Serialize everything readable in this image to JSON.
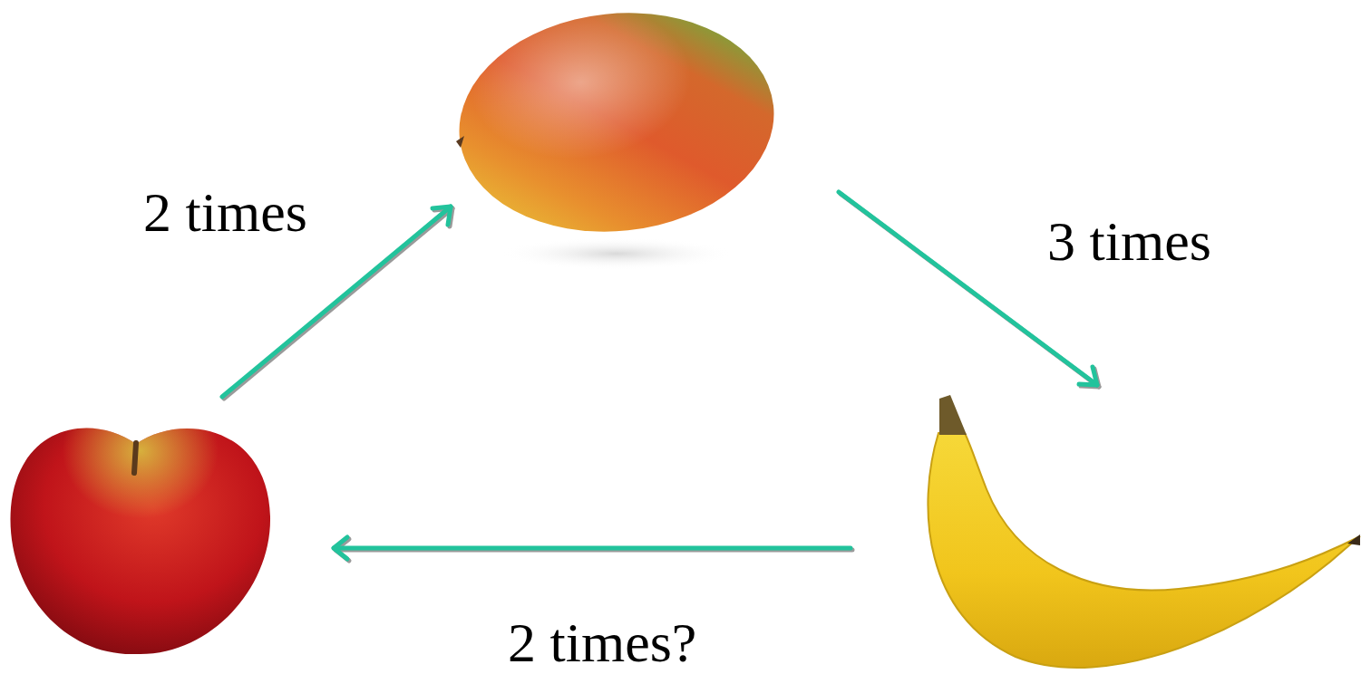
{
  "diagram": {
    "labels": [
      "2 times",
      "3 times",
      "2 times?"
    ]
  }
}
